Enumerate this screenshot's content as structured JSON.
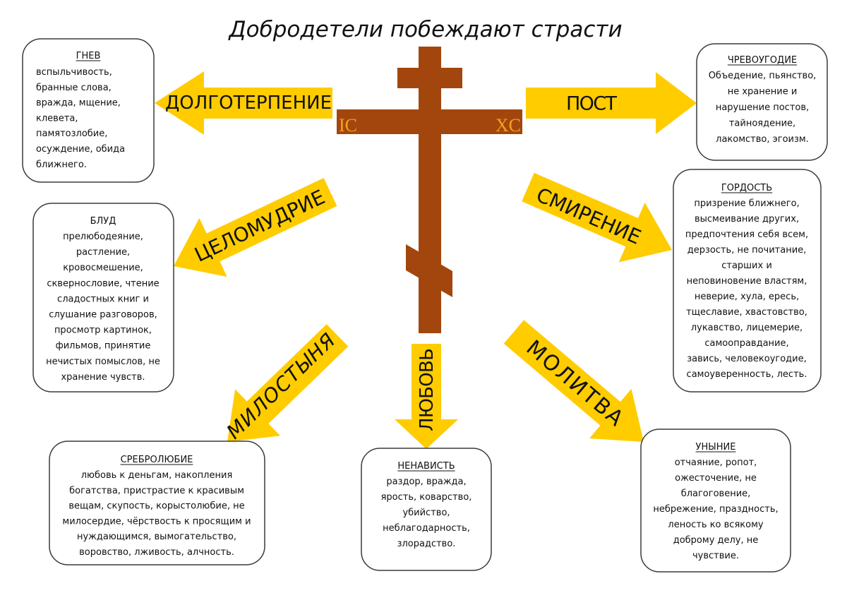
{
  "title": "Добродетели побеждают страсти",
  "colors": {
    "arrow": "#FFCC00",
    "cross": "#A3460D",
    "cross_letters": "#F4A21E",
    "box_border": "#3a3a3a"
  },
  "cross": {
    "left_letters": "IC",
    "right_letters": "XC"
  },
  "virtues": {
    "longsuffering": "ДОЛГОТЕРПЕНИЕ",
    "fasting": "ПОСТ",
    "chastity": "ЦЕЛОМУДРИЕ",
    "humility": "СМИРЕНИЕ",
    "almsgiving": "МИЛОСТЫНЯ",
    "love": "ЛЮБОВЬ",
    "prayer": "МОЛИТВА"
  },
  "passions": {
    "anger": {
      "title": "ГНЕВ",
      "lines": [
        "вспыльчивость,",
        "бранные слова,",
        "вражда, мщение,",
        "клевета,",
        "памятозлобие,",
        "осуждение, обида",
        "ближнего."
      ]
    },
    "gluttony": {
      "title": "ЧРЕВОУГОДИЕ",
      "lines": [
        "Объедение, пьянство,",
        "не хранение и",
        "нарушение постов,",
        "тайноядение,",
        "лакомство, эгоизм."
      ]
    },
    "fornication": {
      "title": "БЛУД",
      "lines": [
        "прелюбодеяние,",
        "растление,",
        "кровосмешение,",
        "сквернословие, чтение",
        "сладостных книг и",
        "слушание разговоров,",
        "просмотр картинок,",
        "фильмов, принятие",
        "нечистых помыслов, не",
        "хранение чувств."
      ]
    },
    "pride": {
      "title": "ГОРДОСТЬ",
      "lines": [
        "призрение ближнего,",
        "высмеивание других,",
        "предпочтения себя всем,",
        "дерзость, не почитание,",
        "старших и",
        "неповиновение властям,",
        "неверие, хула, ересь,",
        "тщеславие, хвастовство,",
        "лукавство, лицемерие,",
        "самооправдание,",
        "завись, человекоугодие,",
        "самоуверенность, лесть."
      ]
    },
    "avarice": {
      "title": "СРЕБРОЛЮБИЕ",
      "lines": [
        "любовь к деньгам, накопления",
        "богатства, пристрастие к красивым",
        "вещам, скупость, корыстолюбие, не",
        "милосердие, чёрствость к просящим и",
        "нуждающимся, вымогательство,",
        "воровство, лживость, алчность."
      ]
    },
    "hatred": {
      "title": "НЕНАВИСТЬ",
      "lines": [
        "раздор, вражда,",
        "ярость, коварство,",
        "убийство,",
        "неблагодарность,",
        "злорадство."
      ]
    },
    "despondency": {
      "title": "УНЫНИЕ",
      "lines": [
        "отчаяние, ропот,",
        "ожесточение, не",
        "благоговение,",
        "небрежение, праздность,",
        "леность ко всякому",
        "доброму делу, не",
        "чувствие."
      ]
    }
  }
}
